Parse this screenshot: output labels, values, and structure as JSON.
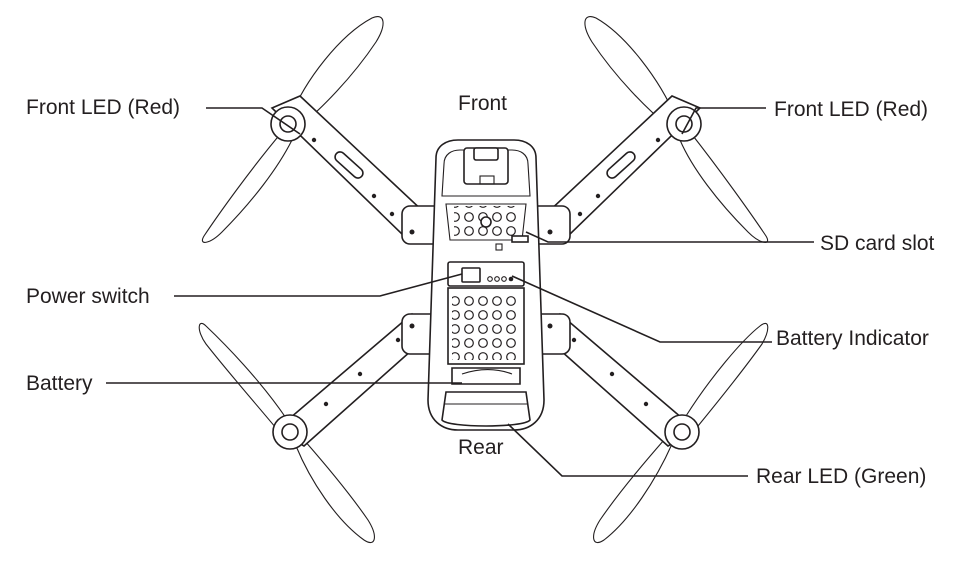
{
  "labels": {
    "front": "Front",
    "rear": "Rear",
    "front_led_left": "Front LED (Red)",
    "front_led_right": "Front LED (Red)",
    "power_switch": "Power switch",
    "battery": "Battery",
    "sd_card_slot": "SD card slot",
    "battery_indicator": "Battery Indicator",
    "rear_led": "Rear LED (Green)"
  },
  "colors": {
    "ink": "#231f20",
    "background": "#ffffff"
  }
}
